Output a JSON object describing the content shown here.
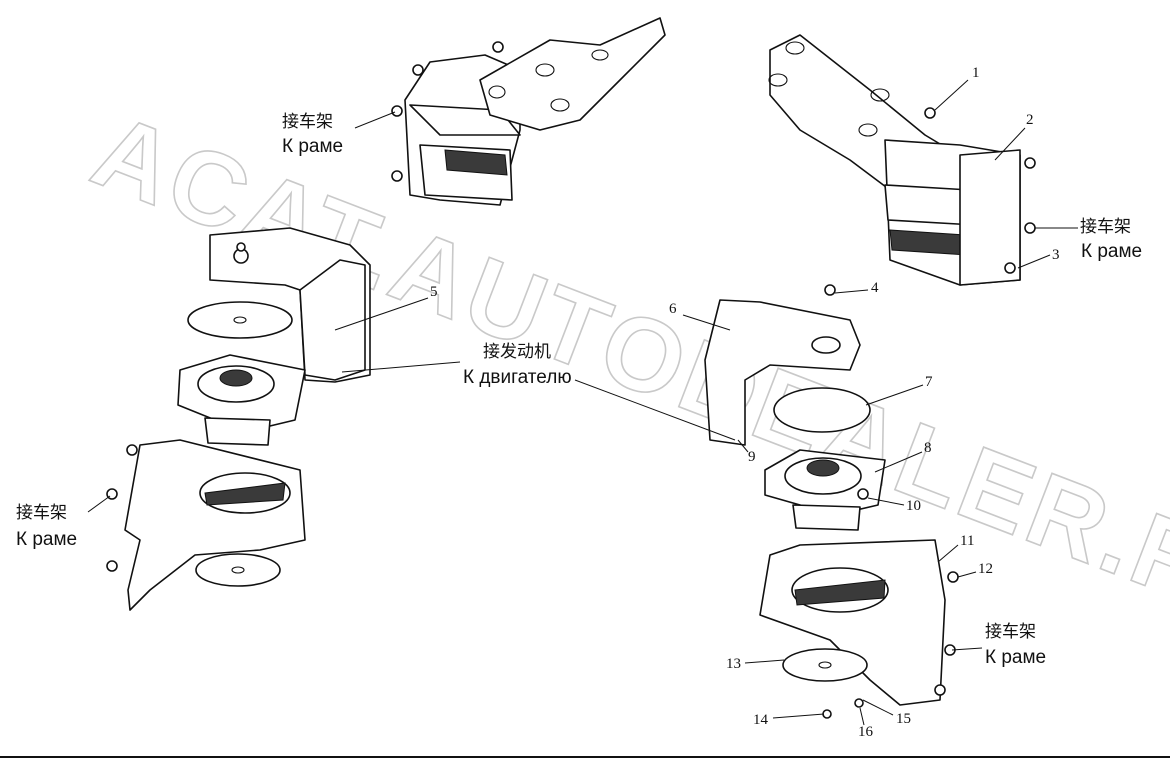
{
  "watermark": "ACAT.AUTODEALER.RU",
  "labels": {
    "frame_cn": "接车架",
    "frame_ru": "К раме",
    "engine_cn": "接发动机",
    "engine_ru": "К двигателю"
  },
  "callouts": [
    "1",
    "2",
    "3",
    "4",
    "5",
    "6",
    "7",
    "8",
    "9",
    "10",
    "11",
    "12",
    "13",
    "14",
    "15",
    "16"
  ]
}
